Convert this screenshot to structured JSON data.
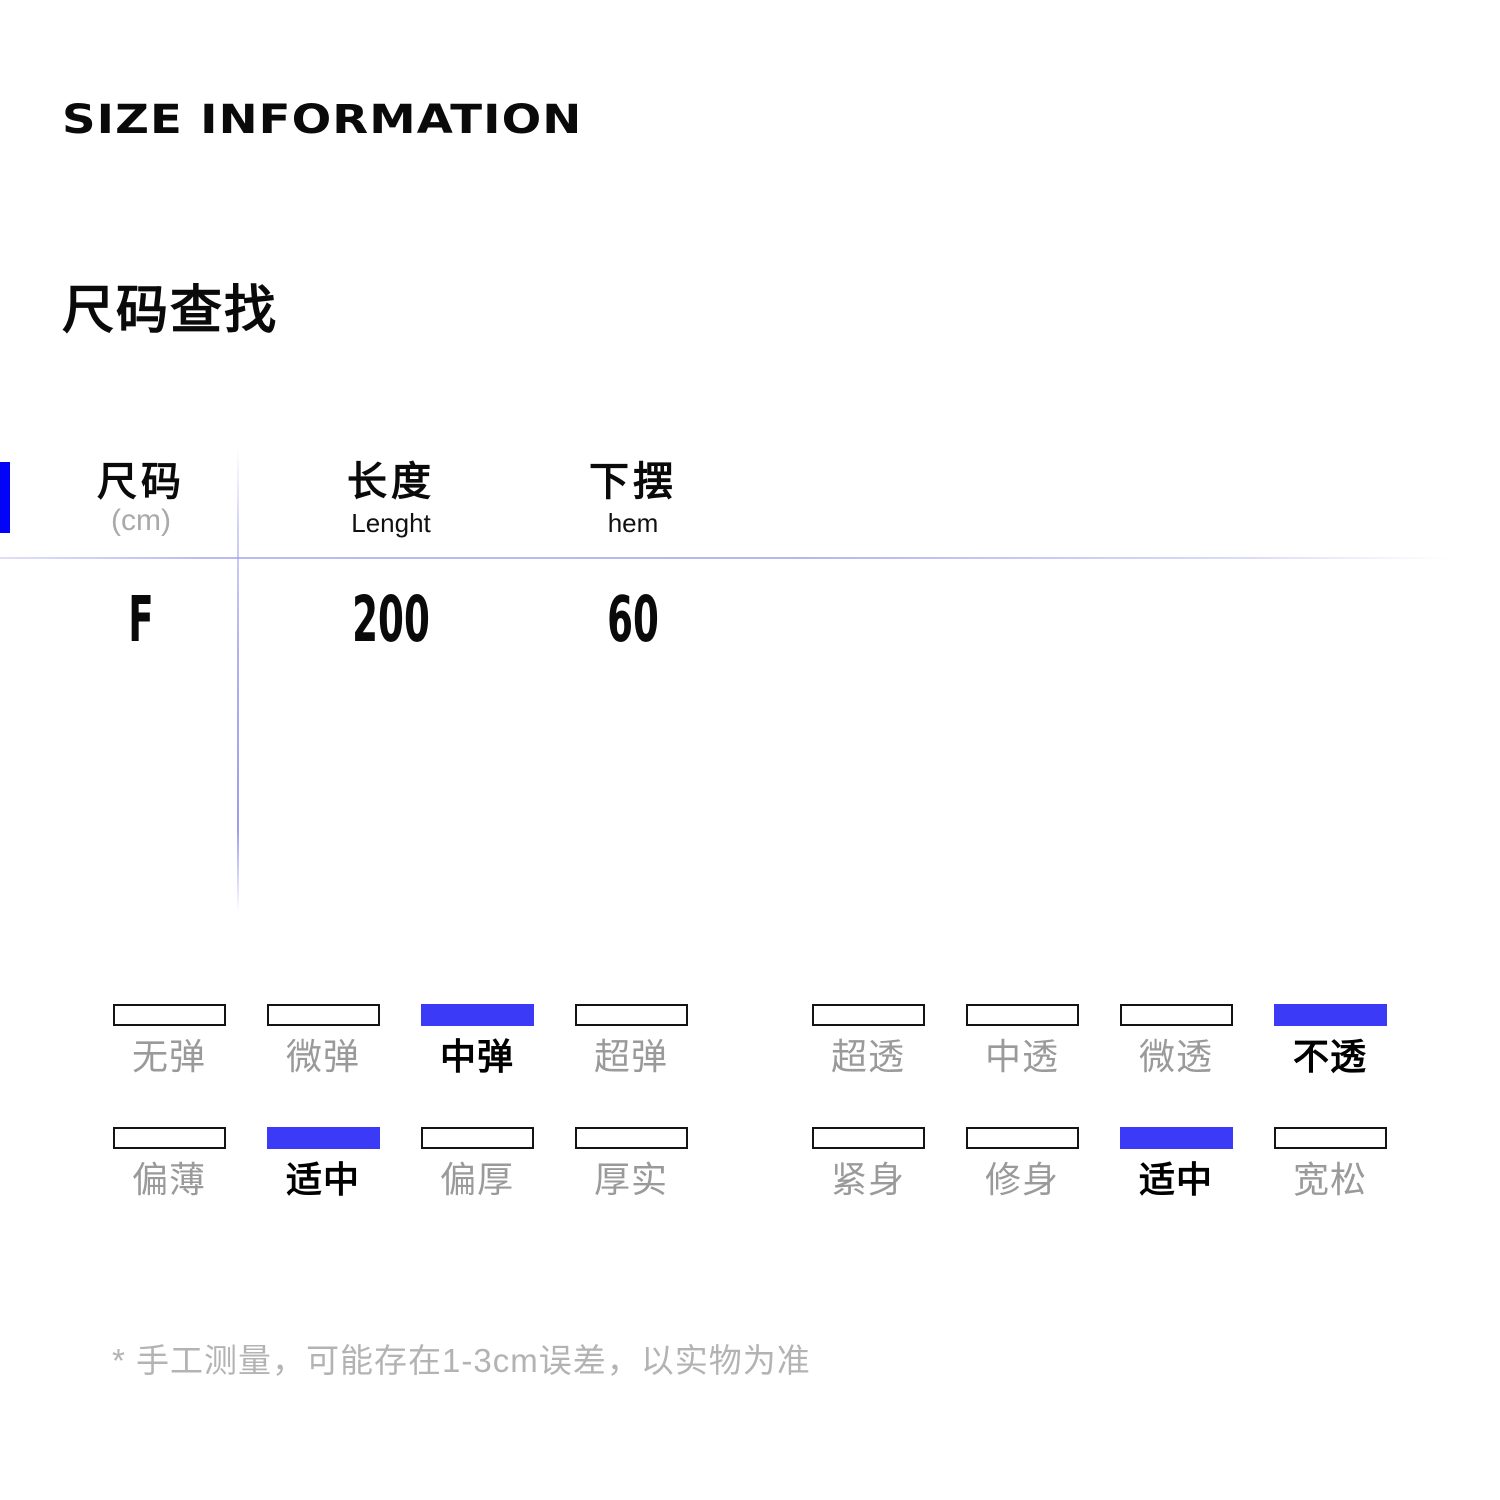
{
  "page": {
    "title_en": "SIZE INFORMATION",
    "title_cn": "尺码查找",
    "accent_color": "#3b3af7",
    "edge_bar_color": "#0303f7"
  },
  "size_table": {
    "columns": [
      {
        "label_cn": "尺码",
        "label_sub": "(cm)"
      },
      {
        "label_cn": "长度",
        "label_sub": "Lenght"
      },
      {
        "label_cn": "下摆",
        "label_sub": "hem"
      }
    ],
    "row": {
      "size": "F",
      "length": "200",
      "hem": "60"
    }
  },
  "attributes": {
    "groups": [
      {
        "name": "elasticity",
        "options": [
          "无弹",
          "微弹",
          "中弹",
          "超弹"
        ],
        "selected": 2
      },
      {
        "name": "transparency",
        "options": [
          "超透",
          "中透",
          "微透",
          "不透"
        ],
        "selected": 3
      },
      {
        "name": "thickness",
        "options": [
          "偏薄",
          "适中",
          "偏厚",
          "厚实"
        ],
        "selected": 1
      },
      {
        "name": "fit",
        "options": [
          "紧身",
          "修身",
          "适中",
          "宽松"
        ],
        "selected": 2
      }
    ]
  },
  "footnote": "* 手工测量，可能存在1-3cm误差，以实物为准"
}
